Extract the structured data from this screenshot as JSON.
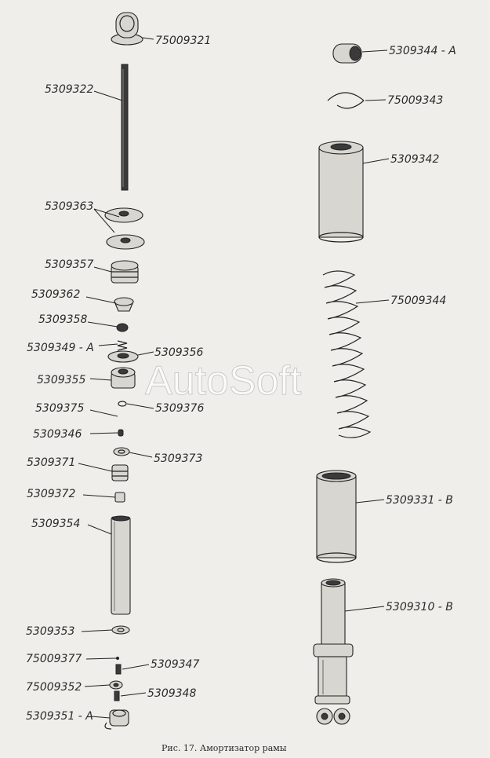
{
  "caption": "Рис. 17. Амортизатор рамы",
  "watermark": "AutoSoft",
  "labels": {
    "p75009321": "75009321",
    "p5309322": "5309322",
    "p5309363": "5309363",
    "p5309357": "5309357",
    "p5309362": "5309362",
    "p5309358": "5309358",
    "p5309349A": "5309349 - A",
    "p5309356": "5309356",
    "p5309355": "5309355",
    "p5309375": "5309375",
    "p5309376": "5309376",
    "p5309346": "5309346",
    "p5309373": "5309373",
    "p5309371": "5309371",
    "p5309372": "5309372",
    "p5309354": "5309354",
    "p5309353": "5309353",
    "p75009377": "75009377",
    "p5309347": "5309347",
    "p75009352": "75009352",
    "p5309348": "5309348",
    "p5309351A": "5309351 - A",
    "p5309344A": "5309344 - A",
    "p75009343": "75009343",
    "p5309342": "5309342",
    "p75009344": "75009344",
    "p5309331B": "5309331 - B",
    "p5309310B": "5309310 - B"
  }
}
